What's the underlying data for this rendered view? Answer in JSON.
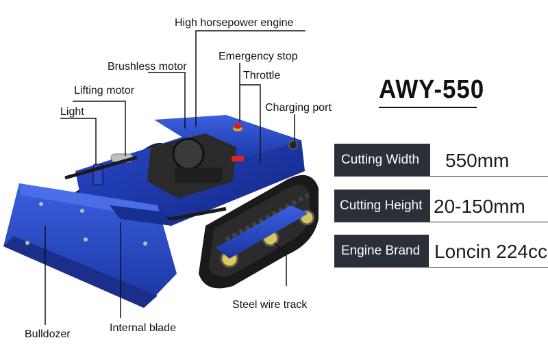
{
  "product": {
    "model": "AWY-550"
  },
  "callouts": [
    {
      "id": "engine",
      "label": "High horsepower engine"
    },
    {
      "id": "emergency",
      "label": "Emergency stop"
    },
    {
      "id": "brushless",
      "label": "Brushless motor"
    },
    {
      "id": "throttle",
      "label": "Throttle"
    },
    {
      "id": "lifting",
      "label": "Lifting motor"
    },
    {
      "id": "charging",
      "label": "Charging port"
    },
    {
      "id": "light",
      "label": "Light"
    },
    {
      "id": "track",
      "label": "Steel wire track"
    },
    {
      "id": "bulldozer",
      "label": "Bulldozer"
    },
    {
      "id": "blade",
      "label": "Internal blade"
    }
  ],
  "specs": [
    {
      "key": "Cutting Width",
      "value": "550mm"
    },
    {
      "key": "Cutting Height",
      "value": "20-150mm"
    },
    {
      "key": "Engine Brand",
      "value": "Loncin 224cc"
    }
  ],
  "colors": {
    "body_blue": "#1f3fb0",
    "track_black": "#1a1a1a",
    "spec_bg": "#2a2f38"
  }
}
